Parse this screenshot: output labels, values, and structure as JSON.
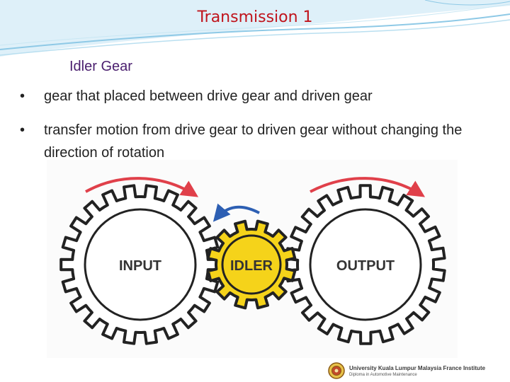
{
  "slide": {
    "title": "Transmission 1",
    "subtitle": "Idler Gear",
    "bullets": [
      "gear that placed between drive gear and driven gear",
      "transfer motion from drive gear to driven gear without changing the direction of rotation"
    ]
  },
  "figure": {
    "labels": {
      "input": "INPUT",
      "idler": "IDLER",
      "output": "OUTPUT"
    },
    "colors": {
      "gear_outline": "#222222",
      "idler_fill": "#f5d31a",
      "arrow_red": "#e0404a",
      "arrow_blue": "#2d5fb3"
    }
  },
  "footer": {
    "organization": "University Kuala Lumpur Malaysia France Institute",
    "program": "Diploma in Automotive Maintenance",
    "seal_icon": "university-seal-icon"
  },
  "theme": {
    "title_color": "#c0141c",
    "wave_color": "#8ec9e6"
  }
}
